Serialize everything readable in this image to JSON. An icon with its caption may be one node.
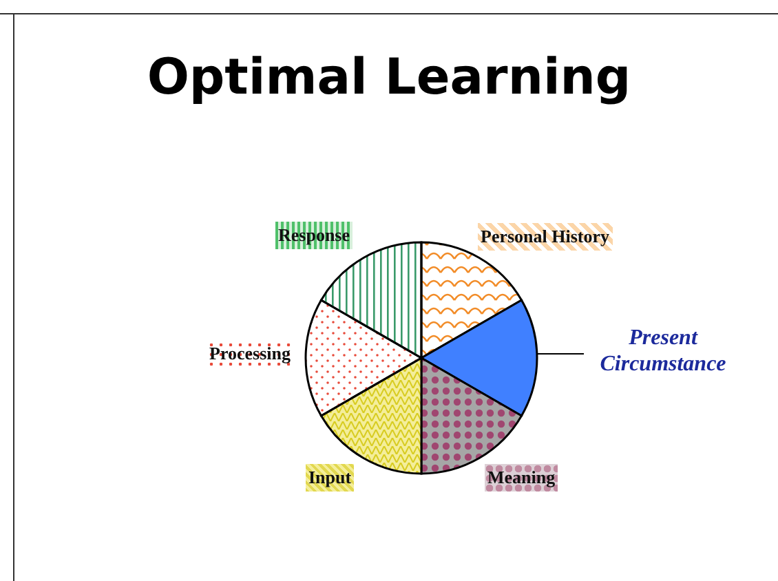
{
  "diagram": {
    "title": "Optimal Learning",
    "nodes": [
      {
        "text": [
          "Present Circumstance"
        ]
      },
      {
        "text": [],
        "shape": "slice"
      },
      {
        "text": [],
        "shape": "slice"
      },
      {
        "text": [],
        "shape": "slice"
      },
      {
        "text": [],
        "shape": "slice"
      },
      {
        "text": [],
        "shape": "slice"
      },
      {
        "text": [],
        "shape": "slice"
      }
    ],
    "edges": [
      {
        "from": 0,
        "to": 2,
        "arrow": "none"
      }
    ],
    "labels": [
      "Response",
      "Personal History",
      "Processing",
      "Input",
      "Meaning"
    ]
  }
}
